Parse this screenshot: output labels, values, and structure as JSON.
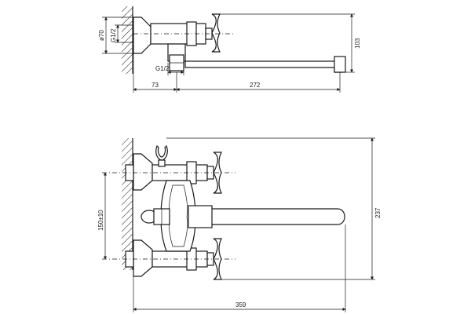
{
  "dimensions": {
    "top_view": {
      "d70": "ø70",
      "g12_vertical": "G1/2",
      "g12_horizontal": "G1/2",
      "width_73": "73",
      "width_272": "272",
      "height_103": "103"
    },
    "front_view": {
      "center_150": "150±10",
      "height_237": "237",
      "width_359": "359"
    }
  },
  "colors": {
    "line": "#1a1a1a",
    "background": "#ffffff"
  }
}
